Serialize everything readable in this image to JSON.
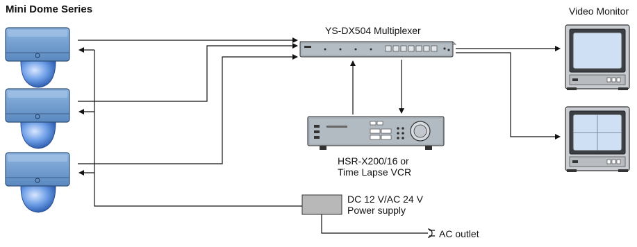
{
  "diagram": {
    "title": "Mini Dome Series",
    "multiplexer_label": "YS-DX504 Multiplexer",
    "monitor_label": "Video Monitor",
    "vcr_label_line1": "HSR-X200/16 or",
    "vcr_label_line2": "Time Lapse VCR",
    "power_label_line1": "DC 12 V/AC 24 V",
    "power_label_line2": "Power supply",
    "outlet_label": "AC outlet"
  },
  "colors": {
    "camera_blue": "#6f9fcf",
    "dome_blue": "#5d8fd8",
    "device_gray": "#a8b0b8",
    "power_gray": "#b8b8b8",
    "screen_blue": "#cfe0f4",
    "line": "#111111"
  }
}
